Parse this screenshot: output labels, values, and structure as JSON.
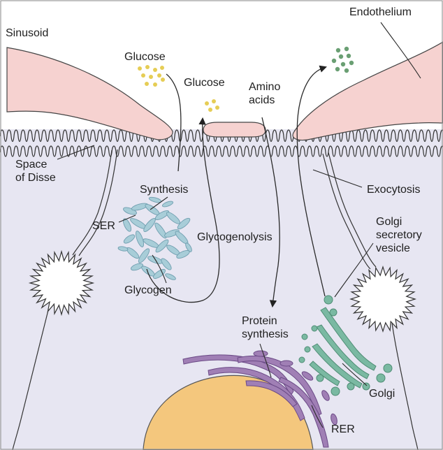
{
  "labels": {
    "sinusoid": "Sinusoid",
    "endothelium": "Endothelium",
    "glucose_left": "Glucose",
    "glucose_right": "Glucose",
    "amino_acids": "Amino\nacids",
    "space_of_disse": "Space\nof Disse",
    "synthesis": "Synthesis",
    "exocytosis": "Exocytosis",
    "ser": "SER",
    "glycogenolysis": "Glycogenolysis",
    "golgi_secretory_vesicle": "Golgi\nsecretory\nvesicle",
    "glycogen": "Glycogen",
    "protein_synthesis": "Protein\nsynthesis",
    "golgi": "Golgi",
    "rer": "RER"
  },
  "colors": {
    "cytoplasm": "#e7e6f2",
    "endothelium": "#f6d2d0",
    "nucleus": "#f4c77d",
    "glucose_dots": "#e6cd55",
    "amino_acid_dots": "#6a9f73",
    "ser": "#a8cdd8",
    "rer": "#a07fb5",
    "golgi": "#7ab9a2"
  }
}
